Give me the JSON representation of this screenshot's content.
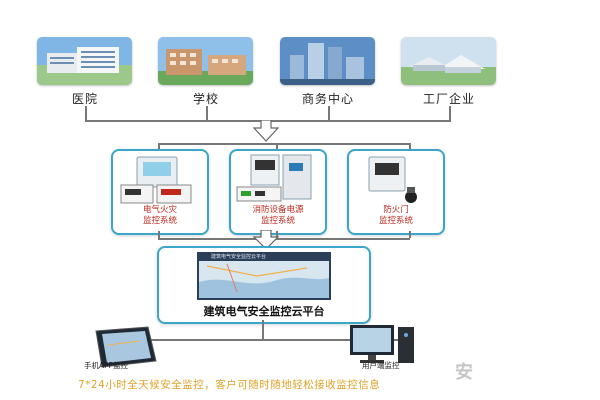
{
  "categories": [
    {
      "label": "医院",
      "icon": "hospital-building-photo"
    },
    {
      "label": "学校",
      "icon": "school-building-photo"
    },
    {
      "label": "商务中心",
      "icon": "business-center-photo"
    },
    {
      "label": "工厂企业",
      "icon": "factory-enterprise-photo"
    }
  ],
  "systems": [
    {
      "line1": "电气火灾",
      "line2": "监控系统"
    },
    {
      "line1": "消防设备电源",
      "line2": "监控系统"
    },
    {
      "line1": "防火门",
      "line2": "监控系统"
    }
  ],
  "platform": {
    "title": "建筑电气安全监控云平台",
    "screen_header": "建筑电气安全监控云平台"
  },
  "clients": {
    "app_label": "手机APP监控",
    "desktop_label": "用户端监控"
  },
  "footer": "7*24小时全天候安全监控，客户可随时随地轻松接收监控信息",
  "watermark": "安",
  "colors": {
    "box_border": "#3aa6c9",
    "system_label": "#c0281c",
    "footer_text": "#e0a32b",
    "connector": "#777777"
  }
}
